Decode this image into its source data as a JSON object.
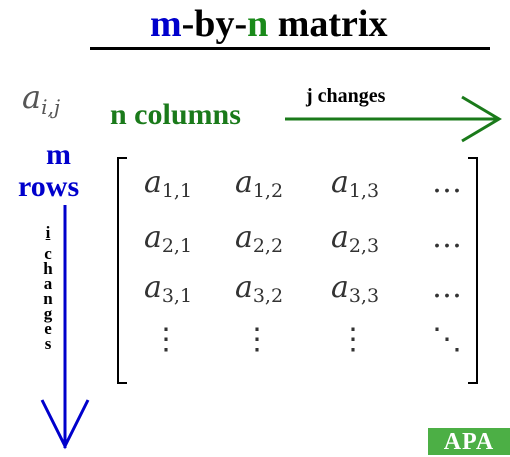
{
  "title": {
    "m": "m",
    "dash1": "-by-",
    "n": "n",
    "rest": " matrix"
  },
  "element_label": {
    "base": "a",
    "sub": "i,j"
  },
  "columns": {
    "label": "n columns",
    "j_letter": "j",
    "j_text": " changes"
  },
  "rows": {
    "m": "m",
    "label": "rows",
    "i_letter": "i",
    "i_chars": [
      "c",
      "h",
      "a",
      "n",
      "g",
      "e",
      "s"
    ]
  },
  "matrix": {
    "rows": [
      [
        {
          "b": "a",
          "s": "1,1"
        },
        {
          "b": "a",
          "s": "1,2"
        },
        {
          "b": "a",
          "s": "1,3"
        },
        {
          "d": "…"
        }
      ],
      [
        {
          "b": "a",
          "s": "2,1"
        },
        {
          "b": "a",
          "s": "2,2"
        },
        {
          "b": "a",
          "s": "2,3"
        },
        {
          "d": "…"
        }
      ],
      [
        {
          "b": "a",
          "s": "3,1"
        },
        {
          "b": "a",
          "s": "3,2"
        },
        {
          "b": "a",
          "s": "3,3"
        },
        {
          "d": "…"
        }
      ],
      [
        {
          "d": "⋮"
        },
        {
          "d": "⋮"
        },
        {
          "d": "⋮"
        },
        {
          "d": "⋱"
        }
      ]
    ]
  },
  "logo": "APA",
  "colors": {
    "m": "#0000cc",
    "n": "#1a8a1a",
    "logo_bg": "#4caf45"
  }
}
